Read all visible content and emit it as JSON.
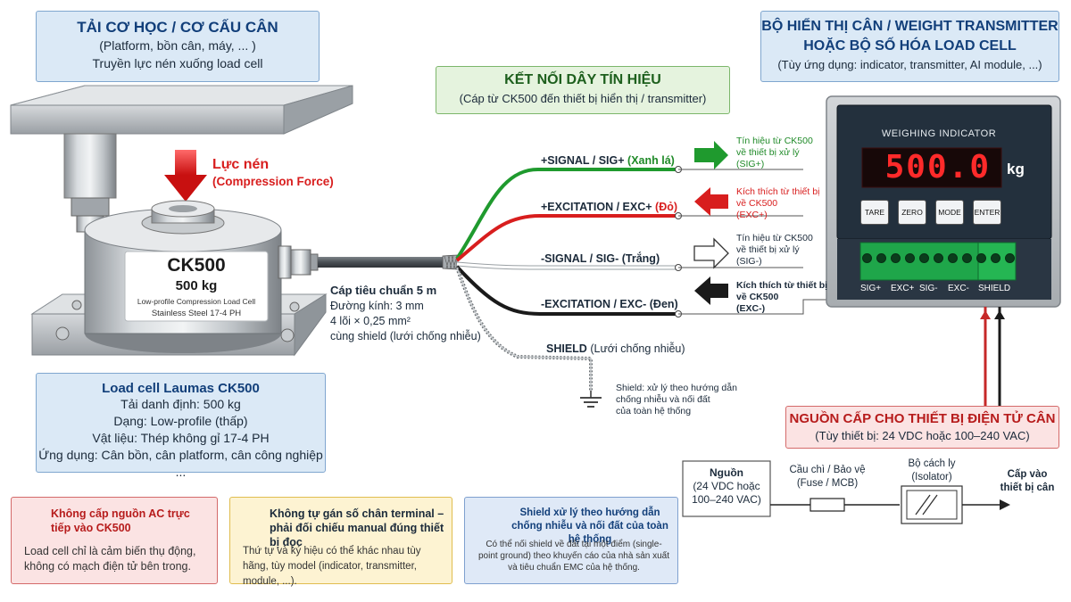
{
  "load_box": {
    "title": "TẢI CƠ HỌC / CƠ CẤU CÂN",
    "line1": "(Platform, bồn cân, máy, ... )",
    "line2": "Truyền lực nén xuống load cell"
  },
  "force": {
    "label": "Lực nén",
    "sub": "(Compression Force)"
  },
  "cell_label": {
    "model": "CK500",
    "capacity": "500 kg",
    "desc": "Low-profile Compression Load Cell",
    "material": "Stainless Steel 17-4 PH"
  },
  "cable": {
    "title": "Cáp tiêu chuẩn 5 m",
    "l1": "Đường kính: 3 mm",
    "l2": "4 lõi × 0,25 mm²",
    "l3": "cùng shield (lưới chống nhiễu)"
  },
  "cell_box": {
    "title": "Load cell Laumas CK500",
    "l1": "Tải danh định: 500 kg",
    "l2": "Dạng: Low-profile (thấp)",
    "l3": "Vật liệu: Thép không gỉ 17-4 PH",
    "l4": "Ứng dụng: Cân bồn, cân platform, cân công nghiệp ..."
  },
  "signal_box": {
    "title": "KẾT NỐI DÂY TÍN HIỆU",
    "sub": "(Cáp từ CK500 đến thiết bị hiển thị / transmitter)"
  },
  "wires": {
    "sig_plus": "+SIGNAL / SIG+",
    "sig_plus_color": "(Xanh lá)",
    "exc_plus": "+EXCITATION / EXC+",
    "exc_plus_color": "(Đỏ)",
    "sig_minus": "-SIGNAL / SIG- (Trắng)",
    "exc_minus": "-EXCITATION / EXC- (Đen)",
    "shield": "SHIELD",
    "shield_desc": "(Lưới chống nhiễu)",
    "shield_note1": "Shield: xử lý theo hướng dẫn",
    "shield_note2": "chống nhiễu và nối đất",
    "shield_note3": "của toàn hệ thống"
  },
  "arrows": {
    "a1_l1": "Tín hiệu từ CK500",
    "a1_l2": "về thiết bị xử lý",
    "a1_l3": "(SIG+)",
    "a2_l1": "Kích thích từ thiết bị",
    "a2_l2": "về CK500",
    "a2_l3": "(EXC+)",
    "a3_l1": "Tín hiệu từ CK500",
    "a3_l2": "về thiết bị xử lý",
    "a3_l3": "(SIG-)",
    "a4_l1": "Kích thích từ thiết bị",
    "a4_l2": "về CK500",
    "a4_l3": "(EXC-)"
  },
  "indicator_box": {
    "title1": "BỘ HIỂN THỊ CÂN / WEIGHT TRANSMITTER",
    "title2": "HOẶC BỘ SỐ HÓA LOAD CELL",
    "sub": "(Tùy ứng dụng: indicator, transmitter, AI module, ...)"
  },
  "indicator": {
    "header": "WEIGHING INDICATOR",
    "reading": "500.0",
    "unit": "kg",
    "buttons": [
      "TARE",
      "ZERO",
      "MODE",
      "ENTER"
    ],
    "terminals": [
      "SIG+",
      "EXC+",
      "SIG-",
      "EXC-",
      "SHIELD"
    ]
  },
  "power_box": {
    "title": "NGUỒN CẤP CHO THIẾT BỊ ĐIỆN TỬ CÂN",
    "sub": "(Tùy thiết bị: 24 VDC hoặc 100–240 VAC)"
  },
  "power_chain": {
    "source_title": "Nguồn",
    "source_l1": "(24 VDC hoặc",
    "source_l2": "100–240 VAC)",
    "fuse_l1": "Cầu chì / Bảo vệ",
    "fuse_l2": "(Fuse / MCB)",
    "iso_l1": "Bộ cách ly",
    "iso_l2": "(Isolator)",
    "out_l1": "Cấp vào",
    "out_l2": "thiết bị cân"
  },
  "warnings": {
    "ac_head": "Không cấp nguồn AC trực tiếp vào CK500",
    "ac_body": "Load cell chỉ là cảm biến thụ động, không có mạch điện tử bên trong.",
    "term_head": "Không tự gán số chân terminal – phải đối chiếu manual đúng thiết bị đọc",
    "term_body": "Thứ tự và ký hiệu có thể khác nhau tùy hãng, tùy model (indicator, transmitter, module, ...).",
    "shield_head": "Shield xử lý theo hướng dẫn chống nhiễu và nối đất của toàn hệ thống",
    "shield_body": "Có thể nối shield về đất tại một điểm (single-point ground) theo khuyến cáo của nhà sản xuất và tiêu chuẩn EMC của hệ thống."
  },
  "colors": {
    "green_wire": "#1f9a2e",
    "red_wire": "#d81e1e",
    "black_wire": "#1a1a1a",
    "accent_blue": "#123f7a"
  }
}
